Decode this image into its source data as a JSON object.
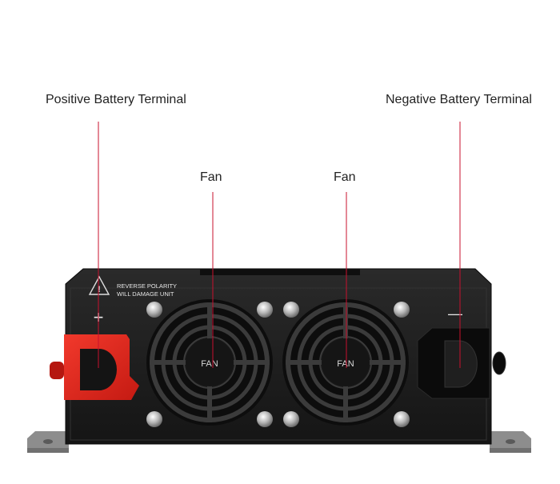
{
  "labels": {
    "positive_terminal": "Positive Battery Terminal",
    "negative_terminal": "Negative Battery Terminal",
    "fan_left": "Fan",
    "fan_right": "Fan"
  },
  "device": {
    "warning_line1": "REVERSE POLARITY",
    "warning_line2": "WILL DAMAGE UNIT",
    "plus_symbol": "+",
    "minus_symbol": "—",
    "fan_left_text": "FAN",
    "fan_right_text": "FAN"
  },
  "colors": {
    "leader_line": "#c8102e",
    "positive_terminal": "#e0271f",
    "negative_terminal": "#111111",
    "body": "#1c1c1c"
  }
}
